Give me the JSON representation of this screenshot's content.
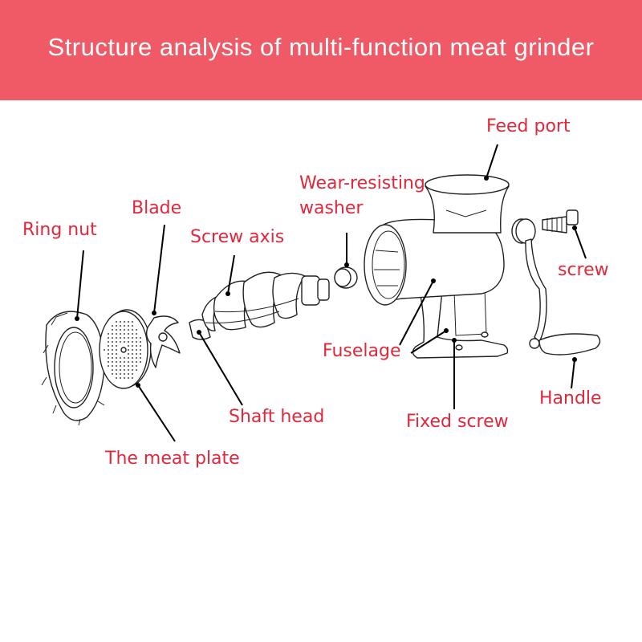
{
  "header": {
    "title": "Structure analysis of multi-function meat grinder",
    "background": "#f05a66"
  },
  "label_color": "#e0283c",
  "labels": {
    "feed_port": "Feed port",
    "wear_resisting_line1": "Wear-resisting",
    "wear_resisting_line2": "washer",
    "blade": "Blade",
    "ring_nut": "Ring nut",
    "screw_axis": "Screw axis",
    "screw": "screw",
    "fuselage": "Fuselage",
    "handle": "Handle",
    "shaft_head": "Shaft head",
    "fixed_screw": "Fixed screw",
    "meat_plate": "The meat plate"
  }
}
